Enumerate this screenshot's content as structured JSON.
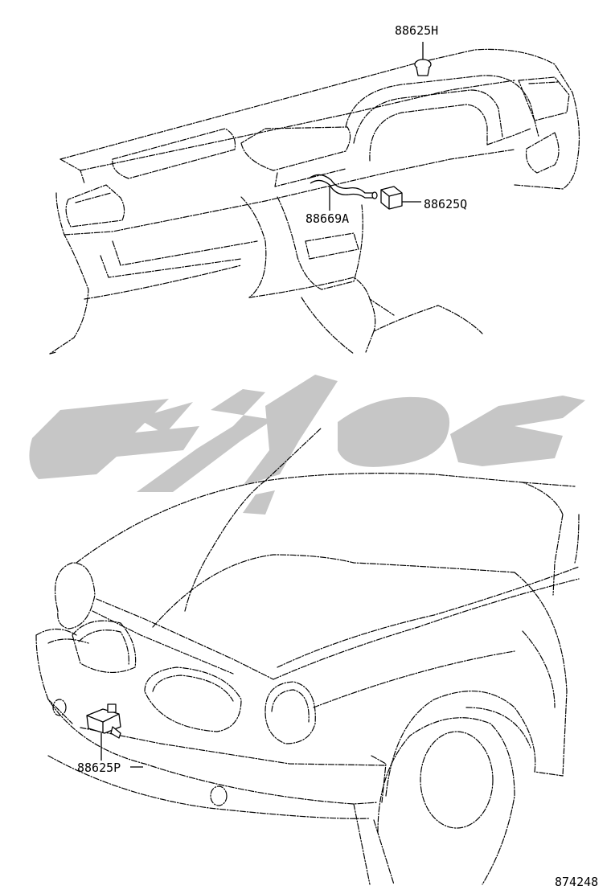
{
  "diagram": {
    "callouts": [
      {
        "id": "horn_upper",
        "label": "88625H"
      },
      {
        "id": "hose",
        "label": "88669A"
      },
      {
        "id": "switch_dash",
        "label": "88625Q"
      },
      {
        "id": "switch_front",
        "label": "88625P"
      }
    ],
    "drawing_number": "874248"
  },
  "watermark": {
    "color": "#c6c6c6",
    "description_icon": "logo-watermark"
  },
  "colors": {
    "line": "#000000",
    "background": "#ffffff"
  }
}
